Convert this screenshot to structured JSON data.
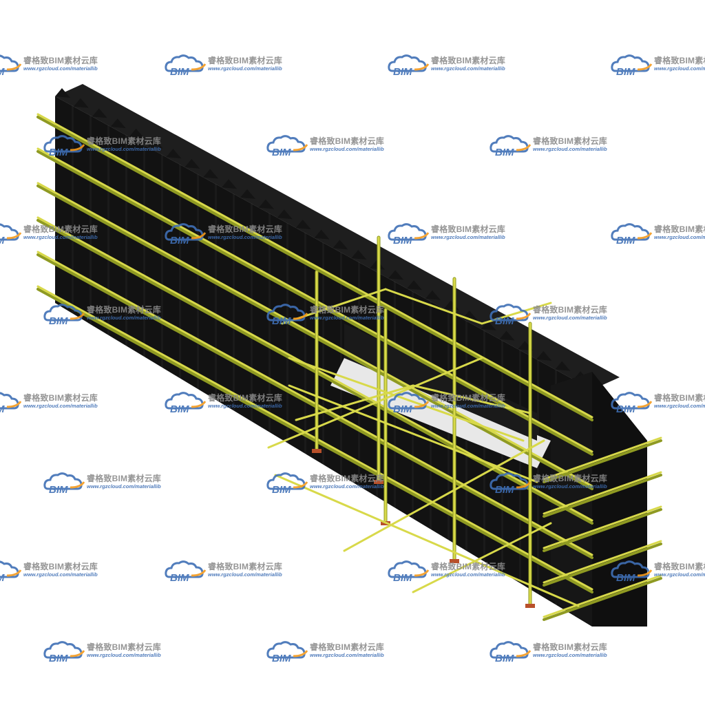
{
  "watermark": {
    "name": "睿格致BIM素材云库",
    "url": "www.rgzcloud.com/materiallib",
    "logo_text": "BIM",
    "colors": {
      "cloud": "#3f6fb5",
      "accent": "#f39a1e",
      "name": "#8a8a8a"
    }
  },
  "scene": {
    "subject": "formwork-wall-with-scaffolding",
    "colors": {
      "panel": "#141414",
      "panel_edge": "#2a2a2a",
      "pipe": "#d8d94a",
      "pipe_dark": "#8f9a22",
      "base_plate": "#b8502a"
    }
  }
}
